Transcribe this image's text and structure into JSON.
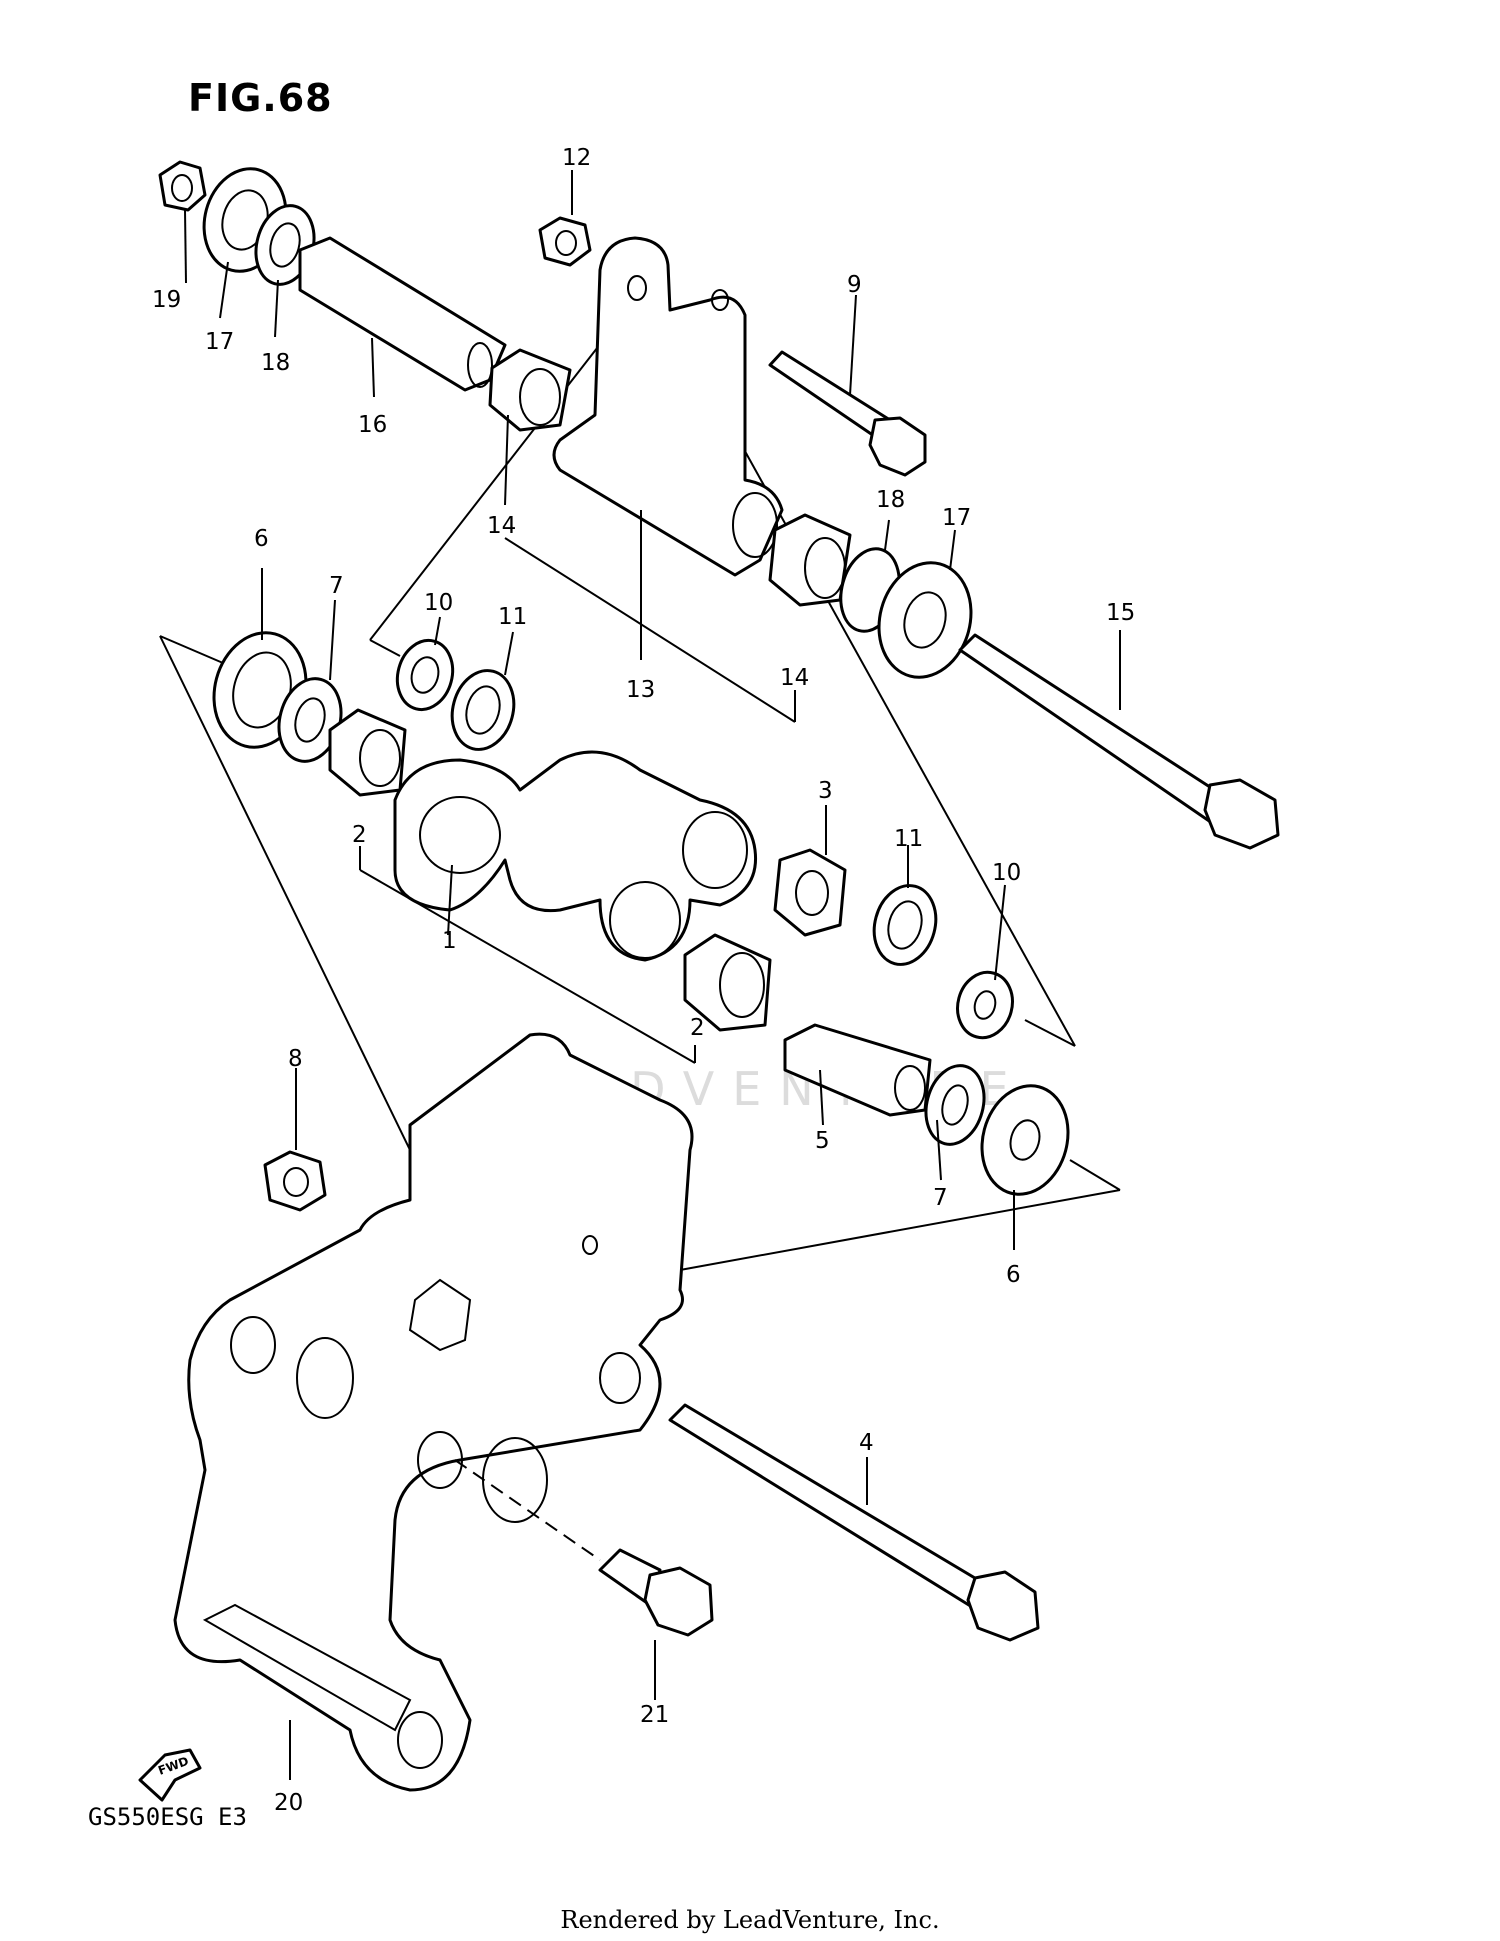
{
  "figure": {
    "title": "FIG.68",
    "model_code": "GS550ESG  E3",
    "render_credit": "Rendered by LeadVenture, Inc.",
    "watermark": "LEADVENTURE",
    "fwd_label": "FWD"
  },
  "callouts": {
    "c1": "1",
    "c2a": "2",
    "c2b": "2",
    "c3": "3",
    "c4": "4",
    "c5": "5",
    "c6a": "6",
    "c6b": "6",
    "c7a": "7",
    "c7b": "7",
    "c8": "8",
    "c9": "9",
    "c10a": "10",
    "c10b": "10",
    "c11a": "11",
    "c11b": "11",
    "c12": "12",
    "c13": "13",
    "c14a": "14",
    "c14b": "14",
    "c15": "15",
    "c16": "16",
    "c17a": "17",
    "c17b": "17",
    "c18a": "18",
    "c18b": "18",
    "c19": "19",
    "c20": "20",
    "c21": "21"
  }
}
